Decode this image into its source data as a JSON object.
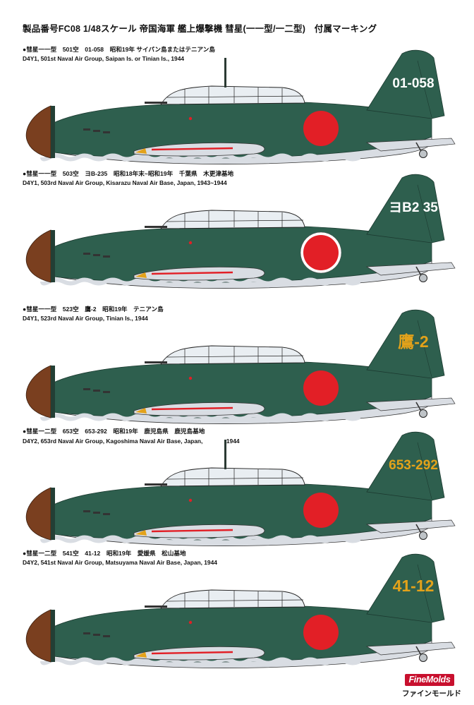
{
  "title": "製品番号FC08 1/48スケール 帝国海軍 艦上爆撃機 彗星(一一型/一二型)　付属マーキング",
  "colors": {
    "upper_green": "#2e5f4e",
    "green_dark": "#244c3e",
    "lower_gray": "#d9dde3",
    "spinner_brown": "#7a3f1f",
    "hinomaru_red": "#e21f26",
    "code_white": "#ffffff",
    "code_yellow": "#e3a21a",
    "logo_red": "#c8102e"
  },
  "aircraft": [
    {
      "caption_jp": "●彗星一一型　501空　01-058　昭和19年 サイパン島またはテニアン島",
      "caption_en": "D4Y1, 501st Naval Air Group, Saipan Is. or Tinian Is., 1944",
      "tail_code": "01-058",
      "code_color": "#ffffff",
      "white_border": false,
      "aerial": true
    },
    {
      "caption_jp": "●彗星一一型　503空　ヨB-235　昭和18年末~昭和19年　千葉県　木更津基地",
      "caption_en": "D4Y1, 503rd Naval Air Group, Kisarazu Naval Air Base, Japan, 1943~1944",
      "tail_code": "ヨB2 35",
      "code_color": "#ffffff",
      "white_border": true,
      "aerial": false
    },
    {
      "caption_jp": "●彗星一一型　523空　鷹-2　昭和19年　テニアン島",
      "caption_en": "D4Y1, 523rd Naval Air Group, Tinian Is., 1944",
      "tail_code": "鷹-2",
      "code_color": "#e3a21a",
      "white_border": false,
      "aerial": false
    },
    {
      "caption_jp": "●彗星一二型　653空　653-292　昭和19年　鹿児島県　鹿児島基地",
      "caption_en": "D4Y2, 653rd Naval Air Group, Kagoshima Naval Air Base, Japan,　　　　1944",
      "tail_code": "653-292",
      "code_color": "#e3a21a",
      "white_border": false,
      "aerial": true
    },
    {
      "caption_jp": "●彗星一二型　541空　41-12　昭和19年　愛媛県　松山基地",
      "caption_en": "D4Y2, 541st Naval Air Group, Matsuyama Naval Air Base, Japan, 1944",
      "tail_code": "41-12",
      "code_color": "#e3a21a",
      "white_border": false,
      "aerial": false
    }
  ],
  "logo": {
    "brand": "FineMolds",
    "brand_kana": "ファインモールド"
  }
}
